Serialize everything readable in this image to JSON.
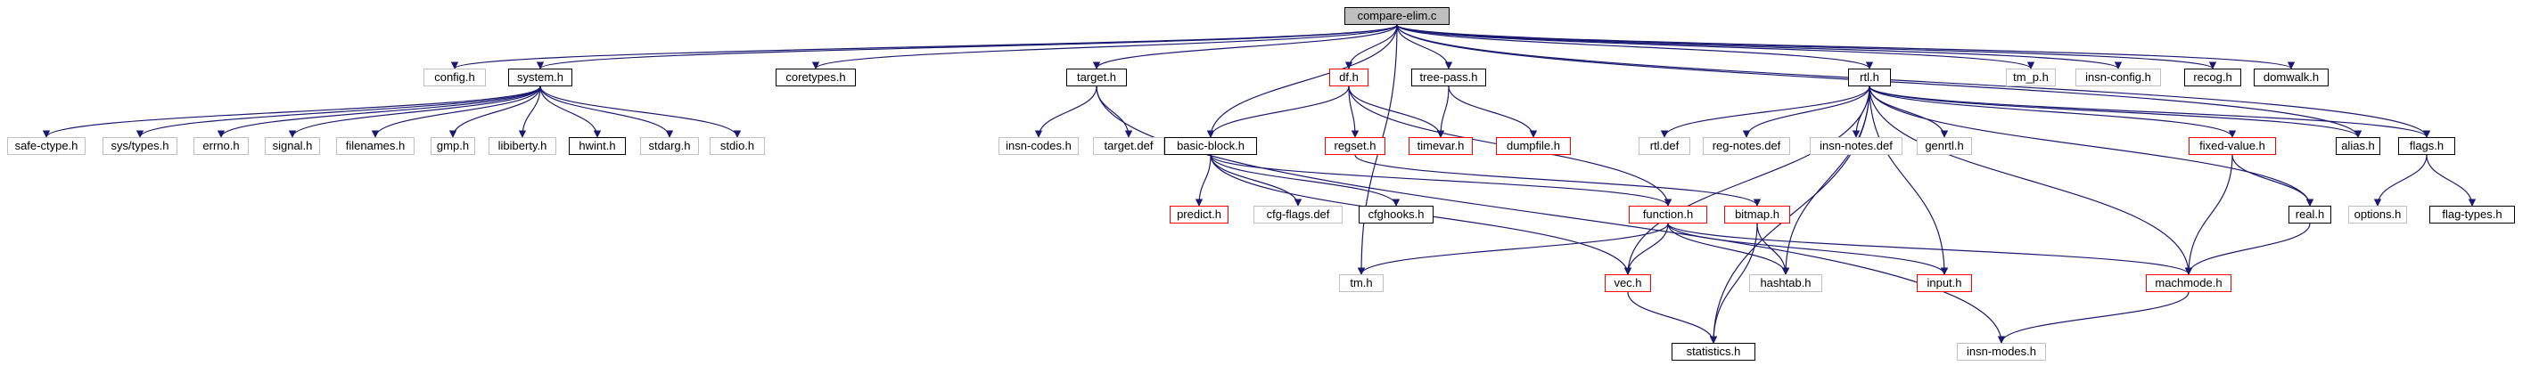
{
  "diagram": {
    "edge_color": "#191970",
    "node_style": {
      "documented": "#000000",
      "truncated": "#ff0000",
      "undocumented": "#bfbfbf",
      "root_fill": "#bfbfbf"
    },
    "nodes": [
      {
        "id": "compare-elim",
        "label": "compare-elim.c",
        "style": "root"
      },
      {
        "id": "config",
        "label": "config.h",
        "style": "gray"
      },
      {
        "id": "system",
        "label": "system.h",
        "style": "black"
      },
      {
        "id": "coretypes",
        "label": "coretypes.h",
        "style": "black"
      },
      {
        "id": "target",
        "label": "target.h",
        "style": "black"
      },
      {
        "id": "df",
        "label": "df.h",
        "style": "red"
      },
      {
        "id": "tree-pass",
        "label": "tree-pass.h",
        "style": "black"
      },
      {
        "id": "rtl",
        "label": "rtl.h",
        "style": "black"
      },
      {
        "id": "tm_p",
        "label": "tm_p.h",
        "style": "gray"
      },
      {
        "id": "insn-config",
        "label": "insn-config.h",
        "style": "gray"
      },
      {
        "id": "recog",
        "label": "recog.h",
        "style": "black"
      },
      {
        "id": "domwalk",
        "label": "domwalk.h",
        "style": "black"
      },
      {
        "id": "safe-ctype",
        "label": "safe-ctype.h",
        "style": "gray"
      },
      {
        "id": "sys-types",
        "label": "sys/types.h",
        "style": "gray"
      },
      {
        "id": "errno",
        "label": "errno.h",
        "style": "gray"
      },
      {
        "id": "signal",
        "label": "signal.h",
        "style": "gray"
      },
      {
        "id": "filenames",
        "label": "filenames.h",
        "style": "gray"
      },
      {
        "id": "gmp",
        "label": "gmp.h",
        "style": "gray"
      },
      {
        "id": "libiberty",
        "label": "libiberty.h",
        "style": "gray"
      },
      {
        "id": "hwint",
        "label": "hwint.h",
        "style": "black"
      },
      {
        "id": "stdarg",
        "label": "stdarg.h",
        "style": "gray"
      },
      {
        "id": "stdio",
        "label": "stdio.h",
        "style": "gray"
      },
      {
        "id": "insn-codes",
        "label": "insn-codes.h",
        "style": "gray"
      },
      {
        "id": "target-def",
        "label": "target.def",
        "style": "gray"
      },
      {
        "id": "basic-block",
        "label": "basic-block.h",
        "style": "black"
      },
      {
        "id": "regset",
        "label": "regset.h",
        "style": "red"
      },
      {
        "id": "timevar",
        "label": "timevar.h",
        "style": "red"
      },
      {
        "id": "dumpfile",
        "label": "dumpfile.h",
        "style": "red"
      },
      {
        "id": "rtl-def",
        "label": "rtl.def",
        "style": "gray"
      },
      {
        "id": "reg-notes",
        "label": "reg-notes.def",
        "style": "gray"
      },
      {
        "id": "insn-notes",
        "label": "insn-notes.def",
        "style": "gray"
      },
      {
        "id": "genrtl",
        "label": "genrtl.h",
        "style": "gray"
      },
      {
        "id": "fixed-value",
        "label": "fixed-value.h",
        "style": "red"
      },
      {
        "id": "alias",
        "label": "alias.h",
        "style": "black"
      },
      {
        "id": "flags",
        "label": "flags.h",
        "style": "black"
      },
      {
        "id": "predict",
        "label": "predict.h",
        "style": "red"
      },
      {
        "id": "cfg-flags",
        "label": "cfg-flags.def",
        "style": "gray"
      },
      {
        "id": "cfghooks",
        "label": "cfghooks.h",
        "style": "black"
      },
      {
        "id": "function",
        "label": "function.h",
        "style": "red"
      },
      {
        "id": "bitmap",
        "label": "bitmap.h",
        "style": "red"
      },
      {
        "id": "real",
        "label": "real.h",
        "style": "black"
      },
      {
        "id": "options",
        "label": "options.h",
        "style": "gray"
      },
      {
        "id": "flag-types",
        "label": "flag-types.h",
        "style": "black"
      },
      {
        "id": "tm",
        "label": "tm.h",
        "style": "gray"
      },
      {
        "id": "vec",
        "label": "vec.h",
        "style": "red"
      },
      {
        "id": "hashtab",
        "label": "hashtab.h",
        "style": "gray"
      },
      {
        "id": "input",
        "label": "input.h",
        "style": "red"
      },
      {
        "id": "machmode",
        "label": "machmode.h",
        "style": "red"
      },
      {
        "id": "statistics",
        "label": "statistics.h",
        "style": "black"
      },
      {
        "id": "insn-modes",
        "label": "insn-modes.h",
        "style": "gray"
      }
    ],
    "edges": [
      [
        "compare-elim",
        "config"
      ],
      [
        "compare-elim",
        "system"
      ],
      [
        "compare-elim",
        "coretypes"
      ],
      [
        "compare-elim",
        "target"
      ],
      [
        "compare-elim",
        "df"
      ],
      [
        "compare-elim",
        "tree-pass"
      ],
      [
        "compare-elim",
        "rtl"
      ],
      [
        "compare-elim",
        "tm_p"
      ],
      [
        "compare-elim",
        "insn-config"
      ],
      [
        "compare-elim",
        "recog"
      ],
      [
        "compare-elim",
        "domwalk"
      ],
      [
        "compare-elim",
        "basic-block"
      ],
      [
        "compare-elim",
        "tm"
      ],
      [
        "compare-elim",
        "alias"
      ],
      [
        "compare-elim",
        "flags"
      ],
      [
        "system",
        "safe-ctype"
      ],
      [
        "system",
        "sys-types"
      ],
      [
        "system",
        "errno"
      ],
      [
        "system",
        "signal"
      ],
      [
        "system",
        "filenames"
      ],
      [
        "system",
        "gmp"
      ],
      [
        "system",
        "libiberty"
      ],
      [
        "system",
        "hwint"
      ],
      [
        "system",
        "stdarg"
      ],
      [
        "system",
        "stdio"
      ],
      [
        "target",
        "insn-codes"
      ],
      [
        "target",
        "target-def"
      ],
      [
        "target",
        "insn-modes"
      ],
      [
        "df",
        "basic-block"
      ],
      [
        "df",
        "regset"
      ],
      [
        "df",
        "timevar"
      ],
      [
        "df",
        "function"
      ],
      [
        "tree-pass",
        "timevar"
      ],
      [
        "tree-pass",
        "dumpfile"
      ],
      [
        "rtl",
        "rtl-def"
      ],
      [
        "rtl",
        "reg-notes"
      ],
      [
        "rtl",
        "insn-notes"
      ],
      [
        "rtl",
        "genrtl"
      ],
      [
        "rtl",
        "fixed-value"
      ],
      [
        "rtl",
        "alias"
      ],
      [
        "rtl",
        "flags"
      ],
      [
        "rtl",
        "real"
      ],
      [
        "rtl",
        "machmode"
      ],
      [
        "rtl",
        "input"
      ],
      [
        "rtl",
        "hashtab"
      ],
      [
        "rtl",
        "vec"
      ],
      [
        "rtl",
        "statistics"
      ],
      [
        "basic-block",
        "predict"
      ],
      [
        "basic-block",
        "cfg-flags"
      ],
      [
        "basic-block",
        "cfghooks"
      ],
      [
        "basic-block",
        "function"
      ],
      [
        "basic-block",
        "vec"
      ],
      [
        "regset",
        "bitmap"
      ],
      [
        "function",
        "tm"
      ],
      [
        "function",
        "vec"
      ],
      [
        "function",
        "hashtab"
      ],
      [
        "function",
        "input"
      ],
      [
        "function",
        "machmode"
      ],
      [
        "bitmap",
        "hashtab"
      ],
      [
        "bitmap",
        "statistics"
      ],
      [
        "fixed-value",
        "real"
      ],
      [
        "fixed-value",
        "machmode"
      ],
      [
        "real",
        "machmode"
      ],
      [
        "flags",
        "options"
      ],
      [
        "flags",
        "flag-types"
      ],
      [
        "vec",
        "statistics"
      ],
      [
        "machmode",
        "insn-modes"
      ]
    ]
  }
}
